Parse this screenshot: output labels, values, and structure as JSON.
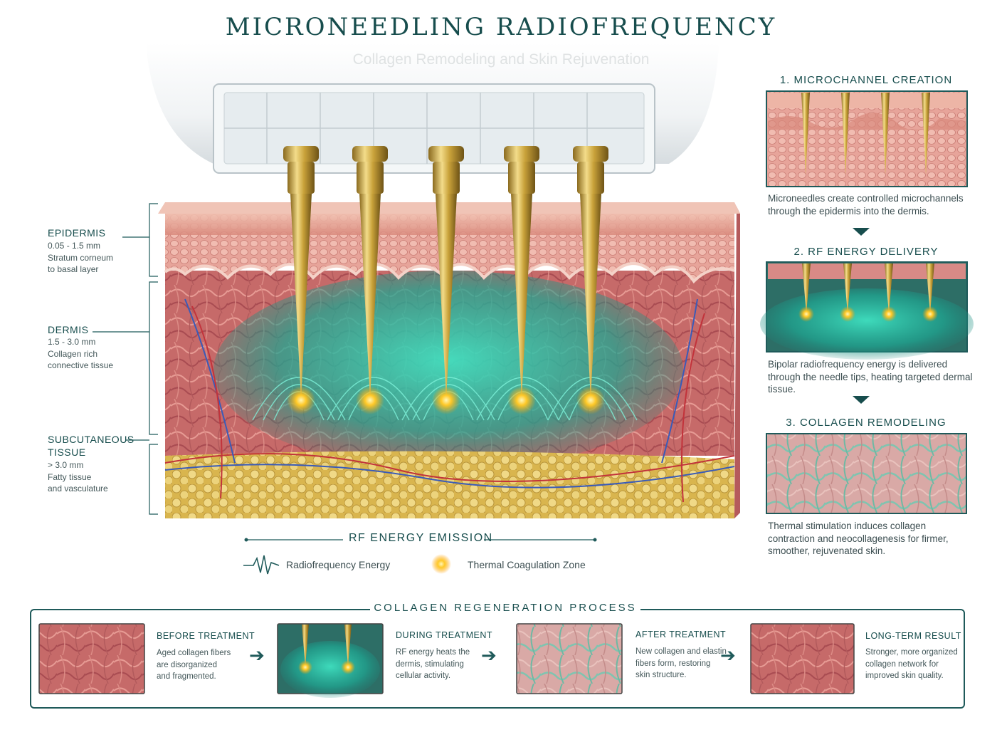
{
  "header": {
    "title": "MICRONEEDLING RADIOFREQUENCY",
    "subtitle": "Collagen Remodeling and Skin Rejuvenation"
  },
  "layers": [
    {
      "name": "EPIDERMIS",
      "detail": [
        "0.05 - 1.5 mm",
        "Stratum corneum",
        "to basal layer"
      ]
    },
    {
      "name": "DERMIS",
      "detail": [
        "1.5 - 3.0 mm",
        "Collagen rich",
        "connective tissue"
      ]
    },
    {
      "name": [
        "SUBCUTANEOUS",
        "TISSUE"
      ],
      "detail": [
        "> 3.0 mm",
        "Fatty tissue",
        "and vasculature"
      ]
    }
  ],
  "steps": [
    {
      "title": "1. MICROCHANNEL CREATION",
      "desc": "Microneedles create controlled microchannels through the epidermis into the dermis."
    },
    {
      "title": "2. RF ENERGY DELIVERY",
      "desc": "Bipolar radiofrequency energy is delivered through the needle tips, heating targeted dermal tissue."
    },
    {
      "title": "3. COLLAGEN REMODELING",
      "desc": "Thermal stimulation induces collagen contraction and neocollagenesis for firmer, smoother, rejuvenated skin."
    }
  ],
  "emission": {
    "title": "RF ENERGY EMISSION",
    "legend": [
      {
        "icon": "wave-icon",
        "label": "Radiofrequency Energy"
      },
      {
        "icon": "glow-icon",
        "label": "Thermal Coagulation Zone"
      }
    ]
  },
  "process": {
    "title": "COLLAGEN REGENERATION PROCESS",
    "stages": [
      {
        "head": "BEFORE TREATMENT",
        "desc": [
          "Aged collagen fibers",
          "are disorganized",
          "and fragmented."
        ]
      },
      {
        "head": "DURING TREATMENT",
        "desc": [
          "RF energy heats the",
          "dermis, stimulating",
          "cellular activity."
        ]
      },
      {
        "head": "AFTER TREATMENT",
        "desc": [
          "New collagen and elastin",
          "fibers form, restoring",
          "skin structure."
        ]
      },
      {
        "head": "LONG-TERM RESULT",
        "desc": [
          "Stronger, more organized",
          "collagen network for",
          "improved skin quality."
        ]
      }
    ]
  },
  "colors": {
    "accent": "#174d4d",
    "gold": "#c9a23a",
    "rf_teal": "#2bc4a8",
    "dermis": "#c96a6a",
    "fat": "#e3c86a"
  }
}
